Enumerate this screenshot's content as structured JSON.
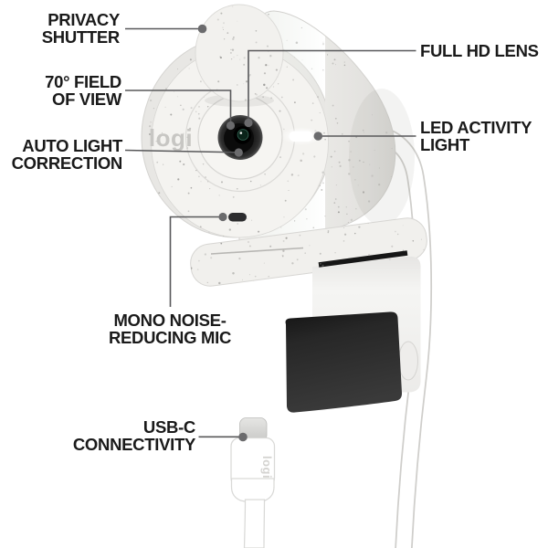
{
  "callouts": {
    "privacy_shutter": "PRIVACY\nSHUTTER",
    "field_of_view": "70° FIELD\nOF VIEW",
    "auto_light_correction": "AUTO LIGHT\nCORRECTION",
    "full_hd_lens": "FULL HD LENS",
    "led_activity_light": "LED ACTIVITY\nLIGHT",
    "mono_noise_reducing_mic": "MONO NOISE-\nREDUCING MIC",
    "usb_c_connectivity": "USB-C\nCONNECTIVITY"
  },
  "product": {
    "face_logo": "logi",
    "connector_logo": "logi"
  },
  "colors": {
    "label_text": "#1a1a1a",
    "leader_line": "#58585a",
    "leader_dot": "#6b6b6d",
    "webcam_body": "#f3f2ef",
    "mount_flap": "#2b2b2b",
    "led_light": "#ffffff",
    "background": "#ffffff"
  }
}
